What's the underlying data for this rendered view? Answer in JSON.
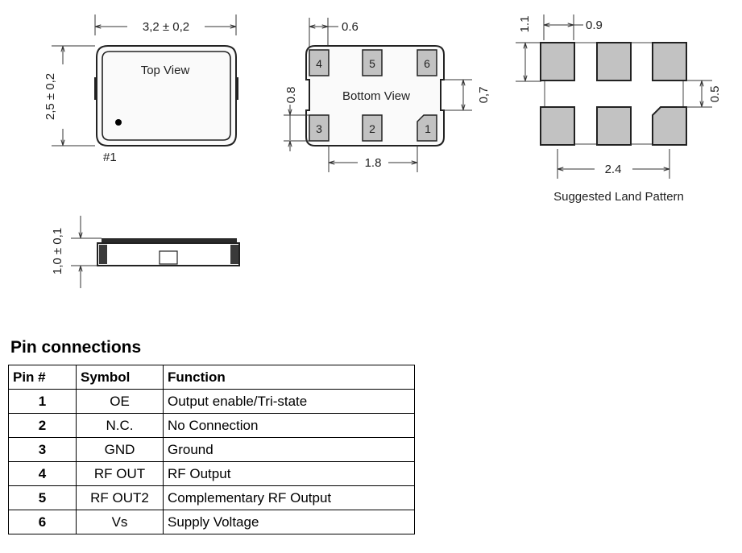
{
  "top_view": {
    "width_dim": "3,2 ± 0,2",
    "height_dim": "2,5 ± 0,2",
    "label": "Top View",
    "pin1_marker": "#1"
  },
  "bottom_view": {
    "label": "Bottom View",
    "pad_width_dim": "0.6",
    "pad_height_dim": "0.8",
    "pad_gap_dim": "0,7",
    "pitch_dim": "1.8",
    "pads": [
      "4",
      "5",
      "6",
      "3",
      "2",
      "1"
    ]
  },
  "land_pattern": {
    "label": "Suggested Land Pattern",
    "pad_width_dim": "0.9",
    "pad_height_dim": "1.1",
    "gap_dim": "0.5",
    "span_dim": "2.4"
  },
  "side_view": {
    "height_dim": "1,0 ± 0,1"
  },
  "pin_table": {
    "title": "Pin connections",
    "headers": [
      "Pin #",
      "Symbol",
      "Function"
    ],
    "rows": [
      {
        "pin": "1",
        "symbol": "OE",
        "function": "Output enable/Tri-state"
      },
      {
        "pin": "2",
        "symbol": "N.C.",
        "function": "No Connection"
      },
      {
        "pin": "3",
        "symbol": "GND",
        "function": "Ground"
      },
      {
        "pin": "4",
        "symbol": "RF OUT",
        "function": "RF Output"
      },
      {
        "pin": "5",
        "symbol": "RF OUT2",
        "function": "Complementary RF Output"
      },
      {
        "pin": "6",
        "symbol": "Vs",
        "function": "Supply Voltage"
      }
    ]
  }
}
